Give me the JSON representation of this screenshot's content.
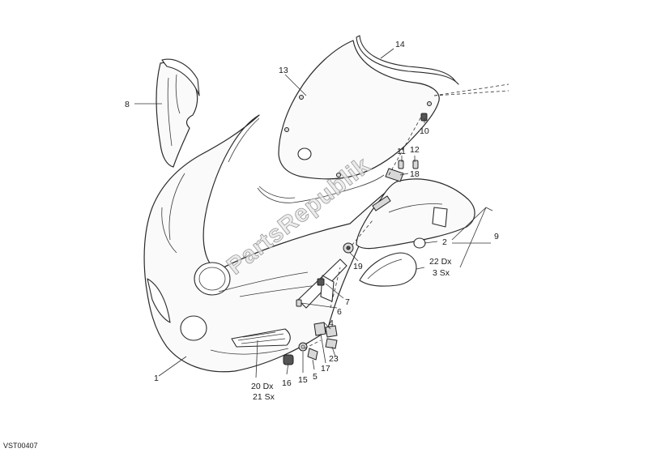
{
  "watermark": "PartsRepublik",
  "diagram_code": "VST00407",
  "callouts": {
    "c1": "1",
    "c2": "2",
    "c4": "4",
    "c5": "5",
    "c6": "6",
    "c7": "7",
    "c8": "8",
    "c9": "9",
    "c10": "10",
    "c11": "11",
    "c12": "12",
    "c13": "13",
    "c14": "14",
    "c15": "15",
    "c16": "16",
    "c17": "17",
    "c18": "18",
    "c19": "19",
    "c23": "23",
    "c22dx": "22 Dx",
    "c3sx": "3 Sx",
    "c20dx": "20 Dx",
    "c21sx": "21 Sx"
  },
  "colors": {
    "line": "#2a2a2a",
    "background": "#ffffff",
    "watermark": "#9a9a9a"
  }
}
